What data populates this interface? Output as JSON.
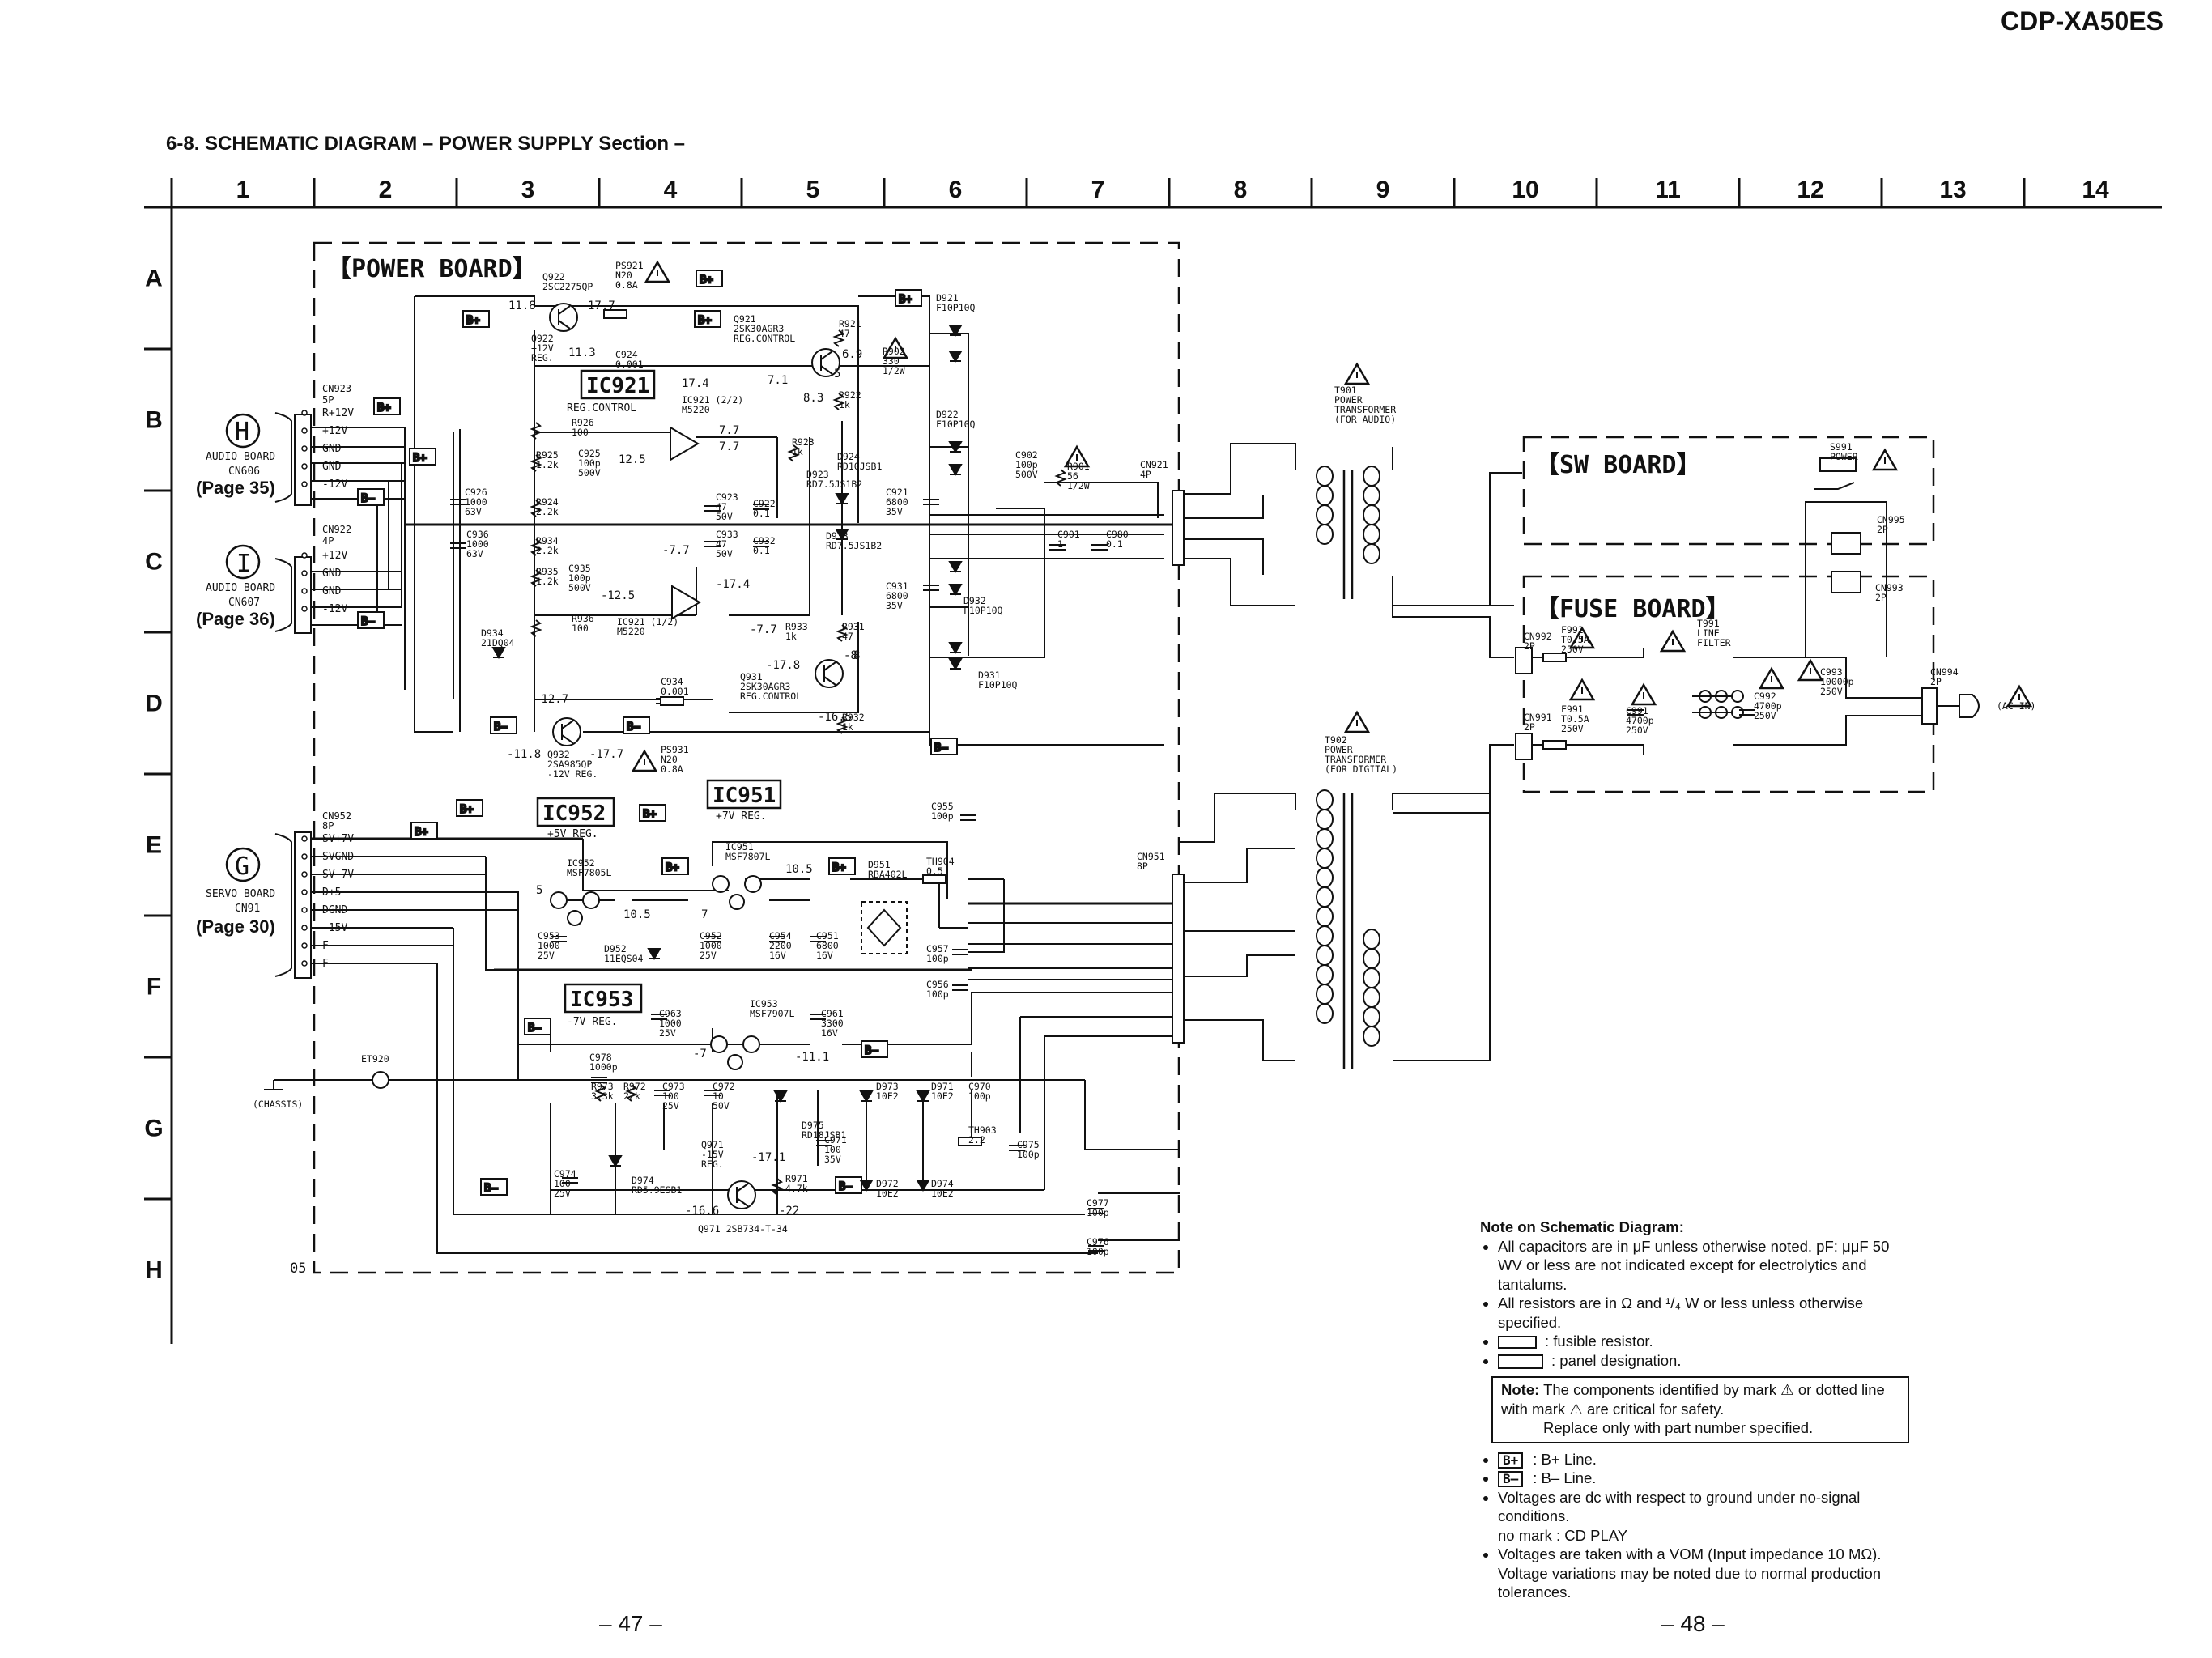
{
  "header": {
    "model": "CDP-XA50ES",
    "section_title": "6-8.   SCHEMATIC  DIAGRAM  – POWER SUPPLY Section –",
    "page_left": "– 47 –",
    "page_right": "– 48 –"
  },
  "grid": {
    "columns": [
      "1",
      "2",
      "3",
      "4",
      "5",
      "6",
      "7",
      "8",
      "9",
      "10",
      "11",
      "12",
      "13",
      "14"
    ],
    "rows": [
      "A",
      "B",
      "C",
      "D",
      "E",
      "F",
      "G",
      "H"
    ]
  },
  "boards": {
    "power": "【POWER BOARD】",
    "sw": "【SW BOARD】",
    "fuse": "【FUSE BOARD】"
  },
  "connectors": {
    "audio_h": {
      "letter": "H",
      "name": "AUDIO BOARD",
      "cn": "CN606",
      "page": "(Page 35)",
      "cn_label": "CN923",
      "cn_pins": "5P",
      "pins": [
        "R+12V",
        "+12V",
        "GND",
        "GND",
        "-12V"
      ]
    },
    "audio_i": {
      "letter": "I",
      "name": "AUDIO BOARD",
      "cn": "CN607",
      "page": "(Page 36)",
      "cn_label": "CN922",
      "cn_pins": "4P",
      "pins": [
        "+12V",
        "GND",
        "GND",
        "-12V"
      ]
    },
    "servo_g": {
      "letter": "G",
      "name": "SERVO BOARD",
      "cn": "CN91",
      "page": "(Page 30)",
      "cn_label": "CN952",
      "cn_pins": "8P",
      "pins": [
        "SV+7V",
        "SVGND",
        "SV-7V",
        "D+5",
        "DGND",
        "-15V",
        "F",
        "F"
      ]
    }
  },
  "ics": {
    "ic921": {
      "name": "IC921",
      "desc": "REG.CONTROL"
    },
    "ic952": {
      "name": "IC952",
      "desc": "+5V REG."
    },
    "ic951": {
      "name": "IC951",
      "desc": "+7V REG."
    },
    "ic953": {
      "name": "IC953",
      "desc": "-7V REG."
    }
  },
  "parts": {
    "q922": "Q922\n2SC2275QP",
    "q922b": "Q922\n+12V\nREG.",
    "ps921": "PS921\nN20\n0.8A",
    "q921": "Q921\n2SK30AGR3\nREG.CONTROL",
    "r921": "R921\n47",
    "r902": "R902\n330\n1/2W",
    "r922": "R922\n1k",
    "d921": "D921\nF10P10Q",
    "d922": "D922\nF10P10Q",
    "c924": "C924\n0.001",
    "ic921b": "IC921 (2/2)\nM5220",
    "r926": "R926\n100",
    "r925": "R925\n1.2k",
    "c925": "C925\n100p\n500V",
    "r923": "R923\n1k",
    "d923": "D923\nRD7.5JS1B2",
    "d924": "D924\nRD10JSB1",
    "c902": "C902\n100p\n500V",
    "r901": "R901\n56\n1/2W",
    "cn921": "CN921\n4P",
    "c926": "C926\n1000\n63V",
    "r924": "R924\n2.2k",
    "c923": "C923\n47\n50V",
    "c922": "C922\n0.1",
    "c921": "C921\n6800\n35V",
    "c936": "C936\n1000\n63V",
    "r934": "R934\n2.2k",
    "c933": "C933\n47\n50V",
    "c932": "C932\n0.1",
    "d933": "D933\nRD7.5JS1B2",
    "c901": "C901\n1",
    "c980": "C980\n0.1",
    "r935": "R935\n1.2k",
    "c935": "C935\n100p\n500V",
    "c931": "C931\n6800\n35V",
    "d932": "D932\nF10P10Q",
    "ic921a": "IC921 (1/2)\nM5220",
    "r936": "R936\n100",
    "r933": "R933\n1k",
    "r931": "R931\n47",
    "d934": "D934\n21DQ04",
    "d931": "D931\nF10P10Q",
    "c934": "C934\n0.001",
    "q931": "Q931\n2SK30AGR3\nREG.CONTROL",
    "r932": "R932\n1k",
    "q932": "Q932\n2SA985QP\n-12V REG.",
    "ps931": "PS931\nN20\n0.8A",
    "t901": "T901\nPOWER\nTRANSFORMER\n(FOR AUDIO)",
    "t902": "T902\nPOWER\nTRANSFORMER\n(FOR DIGITAL)",
    "s991": "S991\nPOWER",
    "cn995": "CN995\n2P",
    "cn993": "CN993\n2P",
    "cn992": "CN992\n2P",
    "cn991": "CN991\n2P",
    "f992": "F992\nT0.5A\n250V",
    "f991": "F991\nT0.5A\n250V",
    "t991": "T991\nLINE\nFILTER",
    "c991": "C991\n4700p\n250V",
    "c992": "C992\n4700p\n250V",
    "c993": "C993\n10000p\n250V",
    "cn994": "CN994\n2P",
    "ac_in": "(AC IN)",
    "c955": "C955\n100p",
    "ic952b": "IC952\nMSF7805L",
    "ic951b": "IC951\nMSF7807L",
    "th904": "TH904\n0.5",
    "d951": "D951\nRBA402L",
    "cn951": "CN951\n8P",
    "c953": "C953\n1000\n25V",
    "d952": "D952\n11EQS04",
    "c952": "C952\n1000\n25V",
    "c954": "C954\n2200\n16V",
    "c951": "C951\n6800\n16V",
    "c957": "C957\n100p",
    "c956": "C956\n100p",
    "c963": "C963\n1000\n25V",
    "ic953b": "IC953\nMSF7907L",
    "c961": "C961\n3300\n16V",
    "et920": "ET920",
    "chassis": "(CHASSIS)",
    "c978": "C978\n1000p",
    "r973": "R973\n3.3k",
    "r972": "R972\n22k",
    "c973": "C973\n100\n25V",
    "c972": "C972\n10\n50V",
    "d975": "D975\nRD18JSB1",
    "d973": "D973\n10E2",
    "d971": "D971\n10E2",
    "c970": "C970\n100p",
    "th903": "TH903\n2.2",
    "c971": "C971\n100\n35V",
    "q971": "Q971\n-15V\nREG.",
    "c975": "C975\n100p",
    "c974": "C974\n100\n25V",
    "d974b": "D974\nRD5.9ESB1",
    "r971": "R971\n4.7k",
    "d972": "D972\n10E2",
    "d974": "D974\n10E2",
    "c977": "C977\n100p",
    "c976": "C976\n100p",
    "q971b": "Q971  2SB734-T-34",
    "mark_05": "05"
  },
  "voltages": {
    "v1": "11.8",
    "v2": "17.7",
    "v3": "11.3",
    "v4": "17.4",
    "v5": "7.1",
    "v6": "6.9",
    "v7": "8.3",
    "v8": "7.7",
    "v9": "7.7",
    "v10": "12.5",
    "v11": "-7.7",
    "v12": "-12.5",
    "v13": "-17.4",
    "v14": "-7.7",
    "v15": "-17.8",
    "v16": "-8",
    "v17": "-16.5",
    "v18": "-12.7",
    "v19": "-11.8",
    "v20": "-17.7",
    "v21": "10.5",
    "v22": "10.5",
    "v23": "7",
    "v24": "-7",
    "v25": "-11.1",
    "v26": "-17.1",
    "v27": "-16.6",
    "v28": "-22",
    "v29": "5",
    "v30": "5",
    "v31": "8"
  },
  "rails": {
    "bplus": "B+",
    "bminus": "B–"
  },
  "notes": {
    "title": "Note on Schematic Diagram:",
    "b1": "All capacitors are in μF unless otherwise noted.  pF: μμF 50 WV or less are not indicated except for electrolytics and tantalums.",
    "b2": "All resistors are in Ω and ¹/₄ W or less unless otherwise specified.",
    "b3": ": fusible resistor.",
    "b4": ": panel designation.",
    "caution_head": "Note:",
    "caution_1": "The components identified by mark ⚠ or dotted line with mark ⚠ are critical for safety.",
    "caution_2": "Replace only with part number specified.",
    "b5_sym": "B+",
    "b5": ": B+ Line.",
    "b6_sym": "B–",
    "b6": ": B– Line.",
    "b7": "Voltages are dc with respect to ground under no-signal conditions.",
    "b7_sub": "no mark : CD PLAY",
    "b8": "Voltages are taken with a VOM (Input impedance 10 MΩ). Voltage variations may be noted due to normal production tolerances."
  }
}
